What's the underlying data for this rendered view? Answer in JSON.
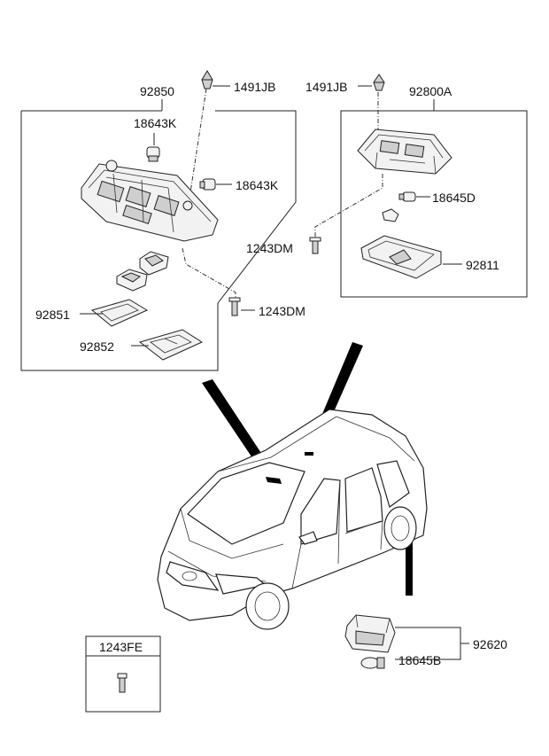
{
  "labels": {
    "front_lamp_assy": "92850",
    "clip_front": "1491JB",
    "bulb_front_top": "18643K",
    "bulb_front_side": "18643K",
    "screw_front": "1243DM",
    "lens_front_a": "92851",
    "lens_front_b": "92852",
    "room_lamp_assy": "92800A",
    "clip_room": "1491JB",
    "bulb_room": "18645D",
    "screw_room": "1243DM",
    "lens_room": "92811",
    "cargo_lamp_assy": "92620",
    "bulb_cargo": "18645B",
    "fastener_box": "1243FE"
  }
}
